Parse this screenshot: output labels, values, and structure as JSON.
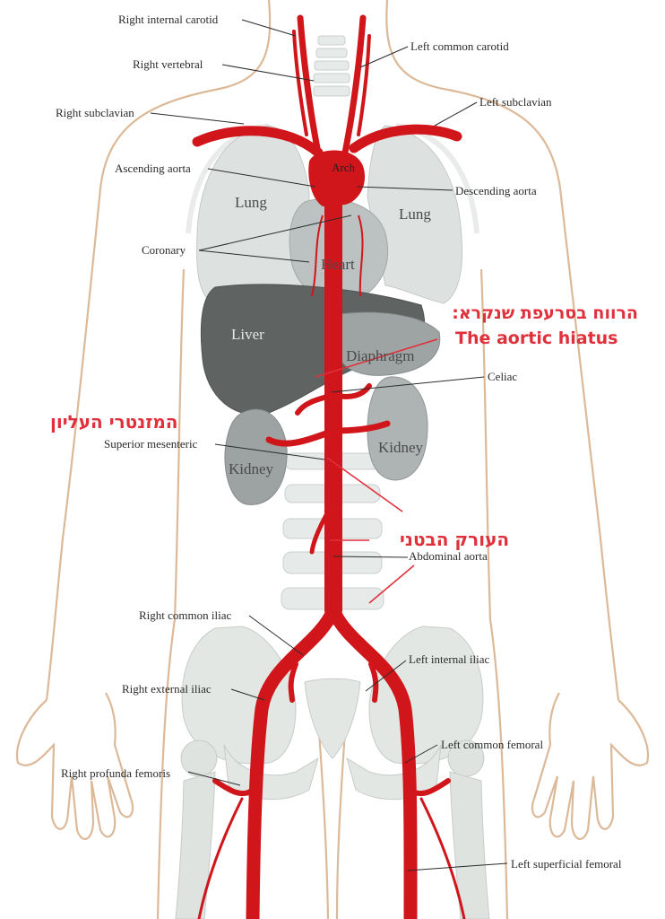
{
  "labels": {
    "right_internal_carotid": "Right internal carotid",
    "left_common_carotid": "Left common carotid",
    "right_vertebral": "Right vertebral",
    "left_subclavian": "Left subclavian",
    "right_subclavian": "Right subclavian",
    "ascending_aorta": "Ascending aorta",
    "descending_aorta": "Descending aorta",
    "coronary": "Coronary",
    "celiac": "Celiac",
    "superior_mesenteric": "Superior mesenteric",
    "abdominal_aorta": "Abdominal aorta",
    "right_common_iliac": "Right common iliac",
    "left_internal_iliac": "Left internal iliac",
    "right_external_iliac": "Right external iliac",
    "left_common_femoral": "Left common femoral",
    "right_profunda_femoris": "Right profunda femoris",
    "left_superficial_femoral": "Left superficial femoral"
  },
  "organs": {
    "arch": "Arch",
    "lung_right": "Lung",
    "lung_left": "Lung",
    "heart": "Heart",
    "liver": "Liver",
    "diaphragm": "Diaphragm",
    "kidney_left": "Kidney",
    "kidney_right": "Kidney"
  },
  "annotations": {
    "aortic_hiatus_hebrew": "הרווח בסרעפת שנקרא:",
    "aortic_hiatus_english": "The aortic hiatus",
    "superior_mesenteric_hebrew": "המזנטרי העליון",
    "abdominal_aorta_hebrew": "העורק הבטני"
  },
  "colors": {
    "artery": "#d0161b",
    "annotation": "#e0303c",
    "body_outline": "#dcb998",
    "bone": "#e3e7e4",
    "lung": "#dde2e1",
    "liver": "#5f6463"
  }
}
